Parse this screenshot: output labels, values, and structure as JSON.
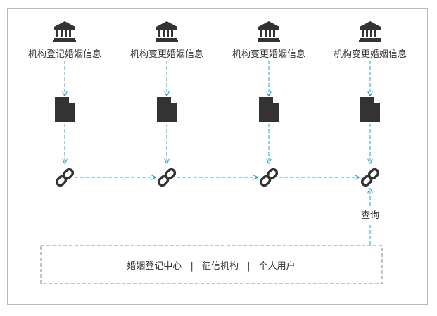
{
  "institutions": [
    {
      "label": "机构登记婚姻信息",
      "icon": "bank-icon"
    },
    {
      "label": "机构变更婚姻信息",
      "icon": "bank-icon"
    },
    {
      "label": "机构变更婚姻信息",
      "icon": "bank-icon"
    },
    {
      "label": "机构变更婚姻信息",
      "icon": "bank-icon"
    }
  ],
  "document_icon": "document-icon",
  "link_icon": "chain-link-icon",
  "query_label": "查询",
  "bottom_box": {
    "items": [
      "婚姻登记中心",
      "征信机构",
      "个人用户"
    ],
    "separator": "|"
  },
  "colors": {
    "arrow": "#2a9fc4",
    "icon": "#333333",
    "border": "#b9b9b9"
  }
}
